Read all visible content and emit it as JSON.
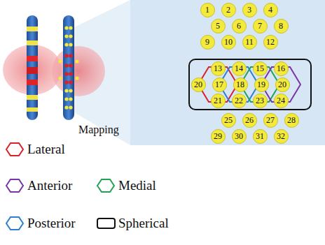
{
  "diagram": {
    "nodes": [
      {
        "text": [
          "1"
        ]
      },
      {
        "text": [
          "2"
        ]
      },
      {
        "text": [
          "3"
        ]
      },
      {
        "text": [
          "4"
        ]
      },
      {
        "text": [
          "5"
        ]
      },
      {
        "text": [
          "6"
        ]
      },
      {
        "text": [
          "7"
        ]
      },
      {
        "text": [
          "8"
        ]
      },
      {
        "text": [
          "9"
        ]
      },
      {
        "text": [
          "10"
        ]
      },
      {
        "text": [
          "11"
        ]
      },
      {
        "text": [
          "12"
        ]
      },
      {
        "text": [
          "13"
        ]
      },
      {
        "text": [
          "14"
        ]
      },
      {
        "text": [
          "15"
        ]
      },
      {
        "text": [
          "16"
        ]
      },
      {
        "text": [
          "20"
        ]
      },
      {
        "text": [
          "17"
        ]
      },
      {
        "text": [
          "18"
        ]
      },
      {
        "text": [
          "19"
        ]
      },
      {
        "text": [
          "20"
        ]
      },
      {
        "text": [
          "21"
        ]
      },
      {
        "text": [
          "22"
        ]
      },
      {
        "text": [
          "23"
        ]
      },
      {
        "text": [
          "24"
        ]
      },
      {
        "text": [
          "25"
        ]
      },
      {
        "text": [
          "26"
        ]
      },
      {
        "text": [
          "27"
        ]
      },
      {
        "text": [
          "28"
        ]
      },
      {
        "text": [
          "29"
        ]
      },
      {
        "text": [
          "30"
        ]
      },
      {
        "text": [
          "31"
        ]
      },
      {
        "text": [
          "32"
        ]
      }
    ],
    "labels": [
      "Mapping"
    ],
    "legend": [
      {
        "text": "Lateral"
      },
      {
        "text": "Anterior"
      },
      {
        "text": "Medial"
      },
      {
        "text": "Posterior"
      },
      {
        "text": "Spherical"
      }
    ]
  }
}
